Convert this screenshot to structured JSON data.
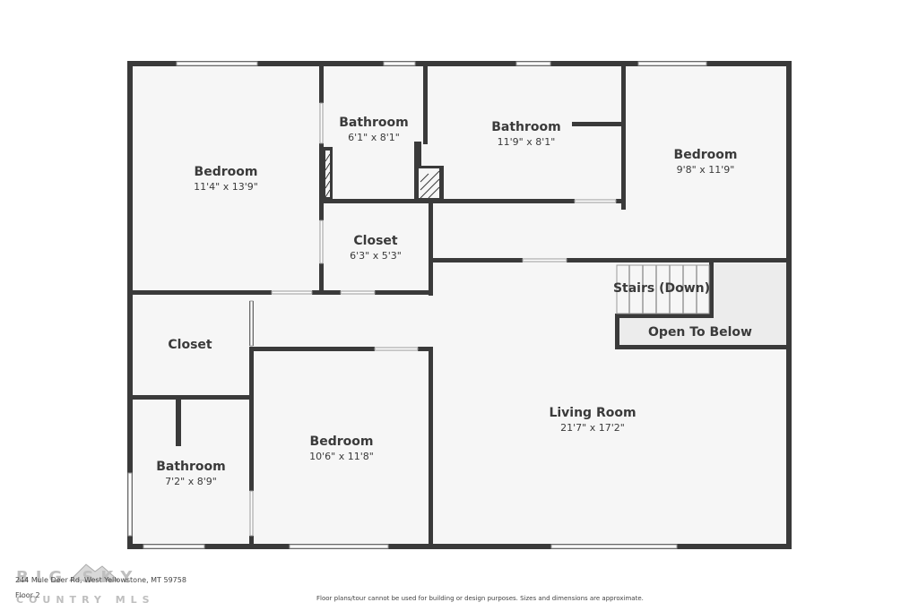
{
  "rooms": {
    "bedroom_nw": {
      "name": "Bedroom",
      "dims": "11'4\" x 13'9\""
    },
    "bathroom_n1": {
      "name": "Bathroom",
      "dims": "6'1\" x 8'1\""
    },
    "bathroom_n2": {
      "name": "Bathroom",
      "dims": "11'9\" x 8'1\""
    },
    "bedroom_ne": {
      "name": "Bedroom",
      "dims": "9'8\" x 11'9\""
    },
    "closet_c": {
      "name": "Closet",
      "dims": "6'3\" x 5'3\""
    },
    "stairs": {
      "name": "Stairs (Down)"
    },
    "open_below": {
      "name": "Open To Below"
    },
    "closet_w": {
      "name": "Closet"
    },
    "living": {
      "name": "Living Room",
      "dims": "21'7\" x 17'2\""
    },
    "bedroom_s": {
      "name": "Bedroom",
      "dims": "10'6\" x 11'8\""
    },
    "bathroom_sw": {
      "name": "Bathroom",
      "dims": "7'2\" x 8'9\""
    }
  },
  "footer": {
    "address": "244 Mule Deer Rd, West Yellowstone, MT 59758",
    "floor": "Floor 2",
    "disclaimer": "Floor plans/tour cannot be used for building or design purposes. Sizes and dimensions are approximate.",
    "logo_top": "BIG SKY",
    "logo_bottom": "COUNTRY MLS"
  },
  "colors": {
    "wall": "#3a3a3a",
    "floor": "#f6f6f6",
    "background": "#ffffff"
  }
}
